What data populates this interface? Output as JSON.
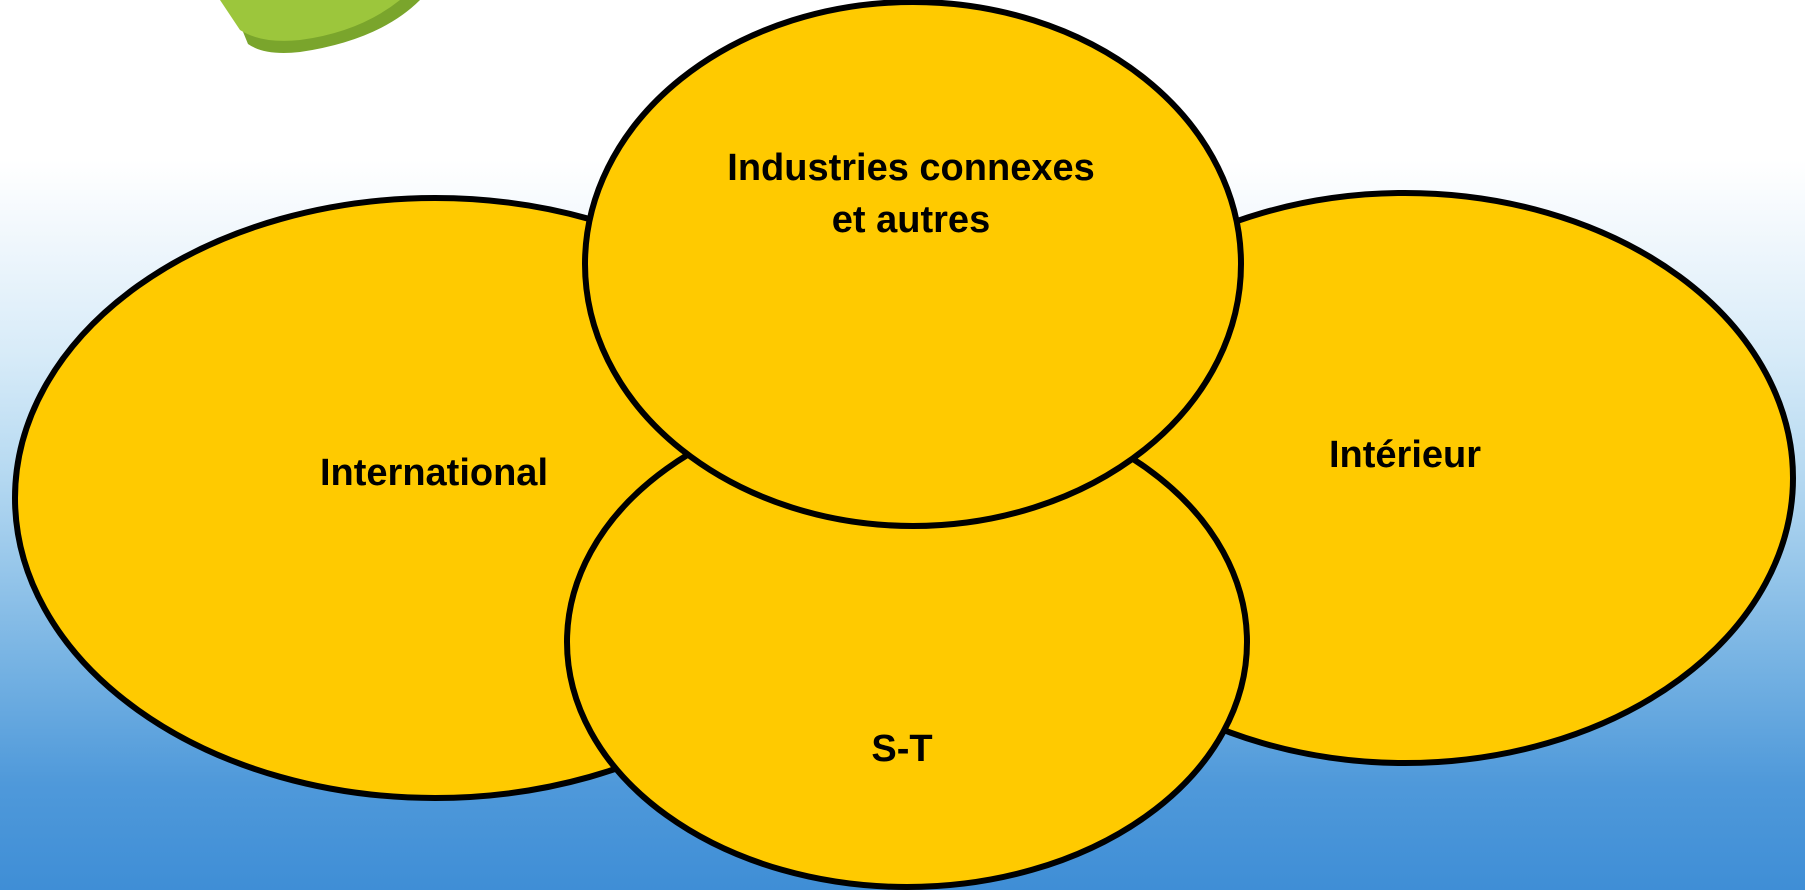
{
  "diagram": {
    "bubbles": {
      "international": {
        "label": "International"
      },
      "related_industries": {
        "line1": "Industries connexes",
        "line2": "et autres"
      },
      "domestic": {
        "label": "Intérieur"
      },
      "st": {
        "label": "S-T"
      }
    }
  },
  "colors": {
    "bubble_fill": "#ffca00",
    "bubble_stroke": "#000000",
    "background_top": "#ffffff",
    "background_bottom": "#3f8ed6",
    "globe_fragment": "#9cc63c"
  },
  "icons": {
    "corner_decoration": "globe-fragment-icon"
  }
}
